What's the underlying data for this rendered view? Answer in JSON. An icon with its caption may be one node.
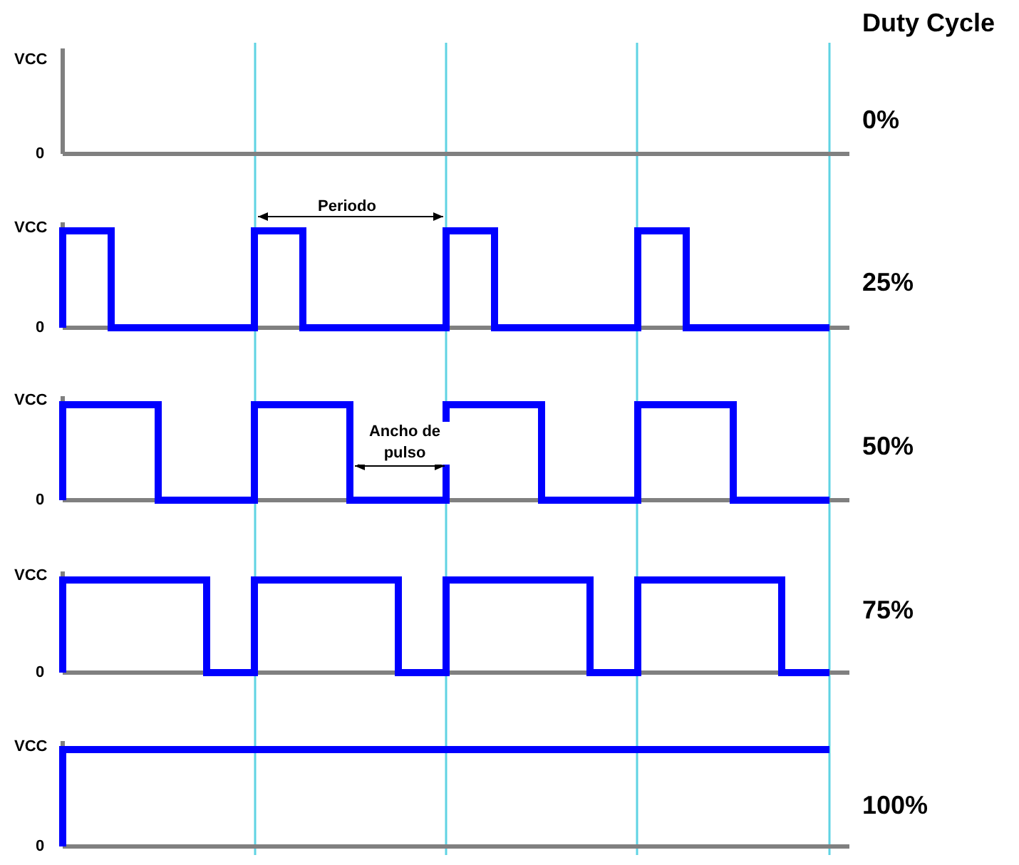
{
  "diagram": {
    "labels": [
      "Duty Cycle",
      "VCC",
      "0%",
      "0",
      "VCC",
      "Periodo",
      "25%",
      "0",
      "VCC",
      "Ancho de pulso",
      "50%",
      "0",
      "VCC",
      "75%",
      "0",
      "VCC",
      "100%",
      "0"
    ]
  }
}
